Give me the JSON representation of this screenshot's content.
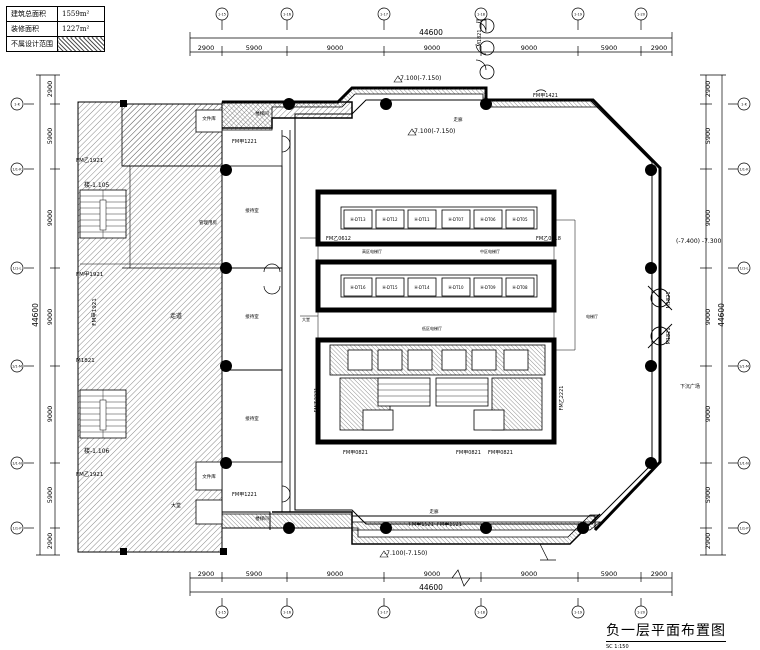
{
  "legend": {
    "rows": [
      {
        "label": "建筑总面积",
        "value": "1559m²"
      },
      {
        "label": "装修面积",
        "value": "1227m²"
      },
      {
        "label": "不属设计范围",
        "value": ""
      }
    ]
  },
  "grid_top": [
    "1-15",
    "1-16",
    "1-17",
    "1-18",
    "1-19",
    "1-20"
  ],
  "grid_left": [
    "1-K",
    "1/1-K",
    "1/1-L",
    "1/1-M",
    "1/1-N",
    "1/1-P"
  ],
  "dims_h": [
    "2900",
    "5900",
    "9000",
    "9000",
    "9000",
    "5900",
    "2900"
  ],
  "dims_v": [
    "2900",
    "5900",
    "9000",
    "9000",
    "9000",
    "5900",
    "2900"
  ],
  "total": "44600",
  "levels": {
    "top": "-7.100(-7.150)",
    "top2": "-7.100(-7.150)",
    "bottom": "-7.100(-7.150)",
    "right": "(-7.400)\n-7.300"
  },
  "doors": {
    "top_m": "M1821",
    "top_fm": "FM甲1421",
    "fm1221_top": "FM甲1221",
    "fm1221_bot": "FM甲1221",
    "fm1921_a": "FM乙1921",
    "fm1921_b": "FM甲1921",
    "fm1921_c": "FM乙1921",
    "fm1921_mid": "FM甲1921",
    "ym1821": "M1821",
    "bottom_fm1": "FM甲1521",
    "bottom_fm2": "FM甲1521",
    "fm0821_a": "FM甲0821",
    "fm0821_b": "FM甲0821",
    "fm0821_c": "FM甲0821",
    "fm2221_l": "FM乙2221",
    "fm2221_r": "FM乙2221",
    "fm0612": "FM乙0612",
    "fm0718": "FM乙0718",
    "m1821_r1": "M1821",
    "m1821_r2": "M1821"
  },
  "rooms": {
    "lift_hall": "电梯厅",
    "lift_hall2": "中区电梯厅",
    "lift_hall3": "低区电梯厅",
    "lift_hall4": "高区电梯厅",
    "corridor": "走道",
    "hall_top": "走廊",
    "hall_bottom": "走廊",
    "stair_top": "楼梯间",
    "stair_bottom": "楼梯间",
    "sunken": "下沉广场",
    "office": "管理用房",
    "room1": "接待室",
    "room2": "接待室",
    "room3": "接待室",
    "stair_a": "楼-1.105",
    "stair_b": "楼-1.106",
    "equip": "文件库",
    "equip2": "文件库",
    "lobby_r": "大堂",
    "lobby_l": "大堂"
  },
  "lifts_row1": [
    "H-DT13",
    "H-DT12",
    "H-DT11",
    "H-DT07",
    "H-DT06",
    "H-DT05"
  ],
  "lifts_row2": [
    "H-DT16",
    "H-DT15",
    "H-DT14",
    "H-DT10",
    "H-DT09",
    "H-DT08"
  ],
  "title": "负一层平面布置图",
  "scale": "SC 1:150"
}
